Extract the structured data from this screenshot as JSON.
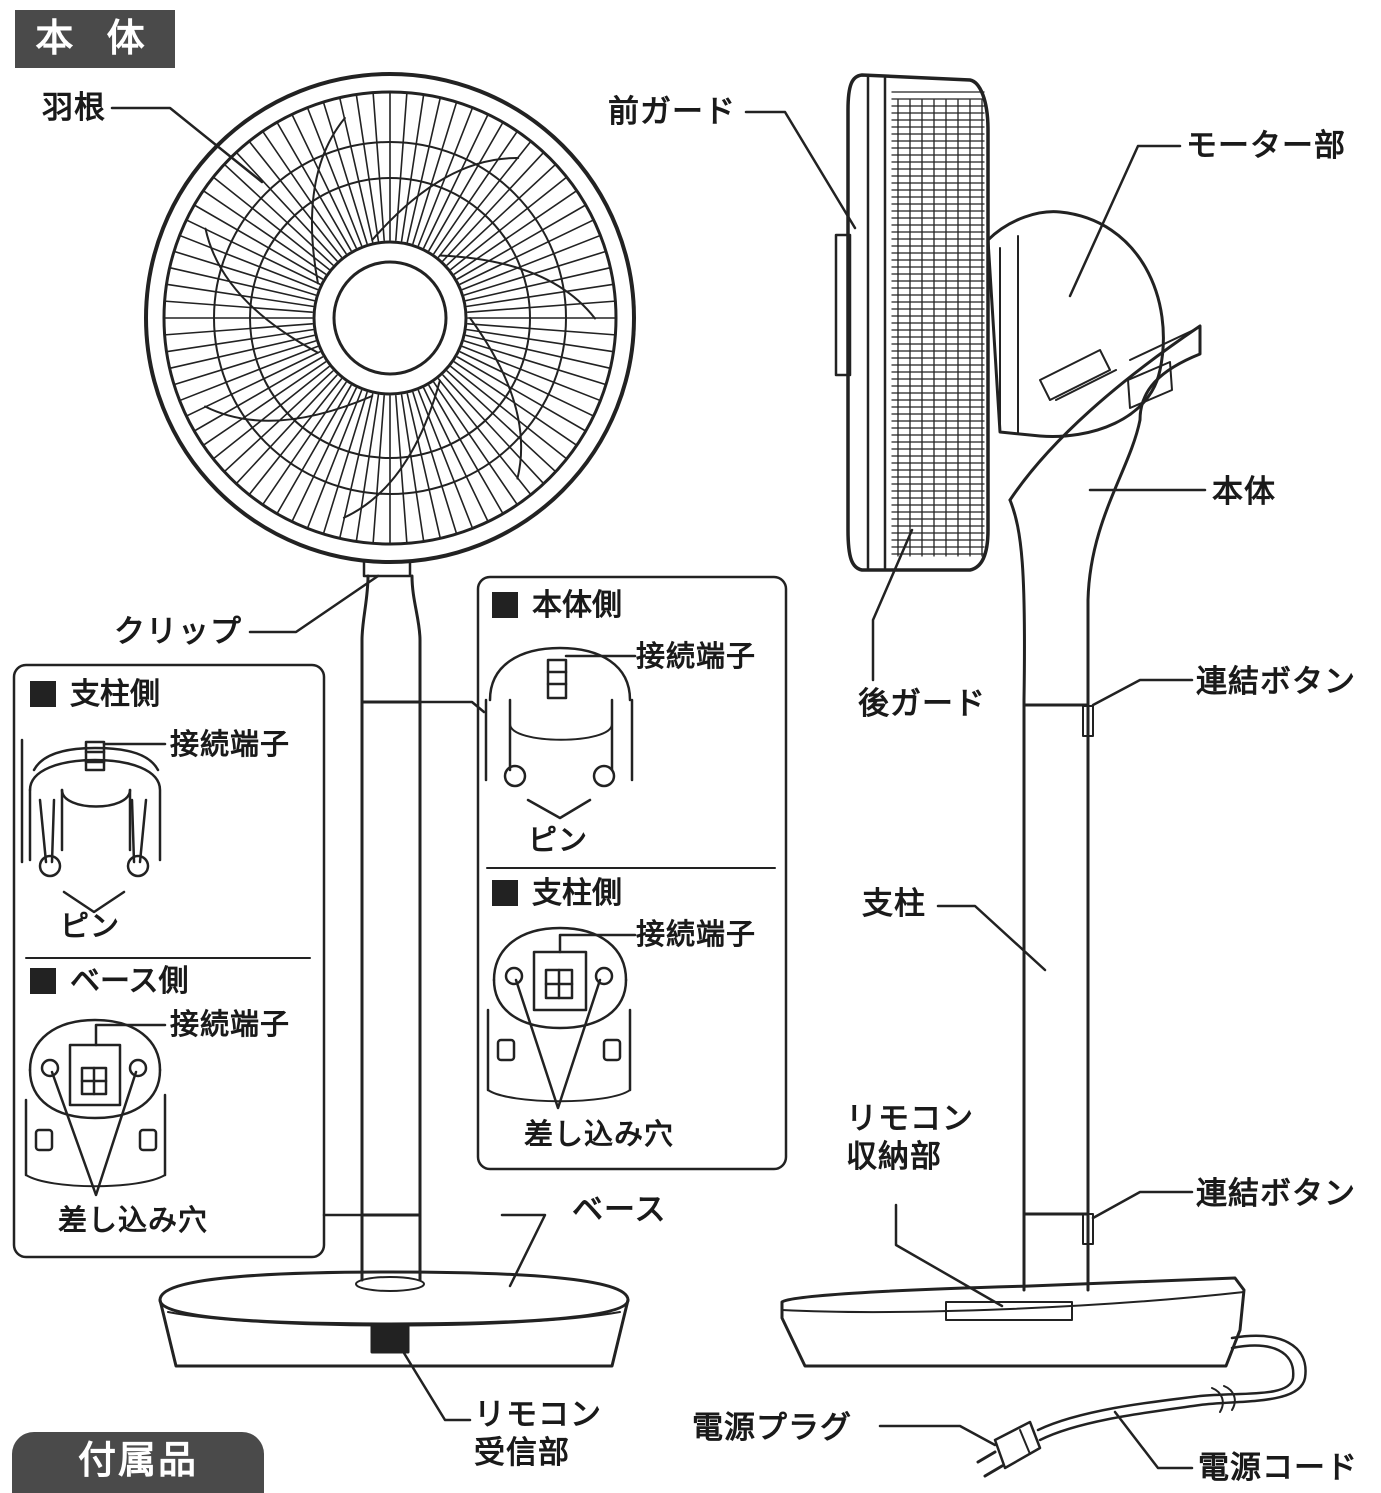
{
  "headers": {
    "main": "本 体",
    "accessories": "付属品"
  },
  "front_view": {
    "blade": "羽根",
    "clip": "クリップ",
    "base": "ベース",
    "remote_receiver_line1": "リモコン",
    "remote_receiver_line2": "受信部"
  },
  "inset_left": {
    "pillar_side": "支柱側",
    "terminal_a": "接続端子",
    "pin": "ピン",
    "base_side": "ベース側",
    "terminal_b": "接続端子",
    "holes": "差し込み穴"
  },
  "inset_right": {
    "body_side": "本体側",
    "terminal_a": "接続端子",
    "pin": "ピン",
    "pillar_side": "支柱側",
    "terminal_b": "接続端子",
    "holes": "差し込み穴"
  },
  "side_view": {
    "front_guard": "前ガード",
    "motor": "モーター部",
    "body": "本体",
    "rear_guard": "後ガード",
    "link_button_upper": "連結ボタン",
    "pillar": "支柱",
    "remote_storage_line1": "リモコン",
    "remote_storage_line2": "収納部",
    "link_button_lower": "連結ボタン",
    "power_plug": "電源プラグ",
    "power_cord": "電源コード"
  }
}
